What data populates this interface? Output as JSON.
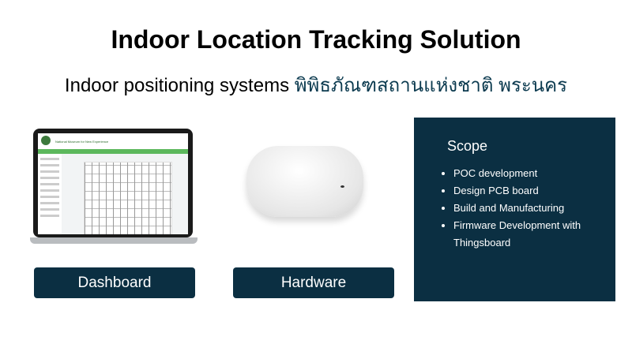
{
  "title": "Indoor Location Tracking Solution",
  "subtitle": {
    "en": "Indoor positioning systems ",
    "th": "พิพิธภัณฑสถานแห่งชาติ พระนคร"
  },
  "dashboard_preview": {
    "header_en": "National Museum for New Experience"
  },
  "buttons": {
    "dashboard": "Dashboard",
    "hardware": "Hardware"
  },
  "scope": {
    "heading": "Scope",
    "items": [
      "POC development",
      "Design PCB board",
      "Build and Manufacturing",
      "Firmware Development with Thingsboard"
    ]
  }
}
